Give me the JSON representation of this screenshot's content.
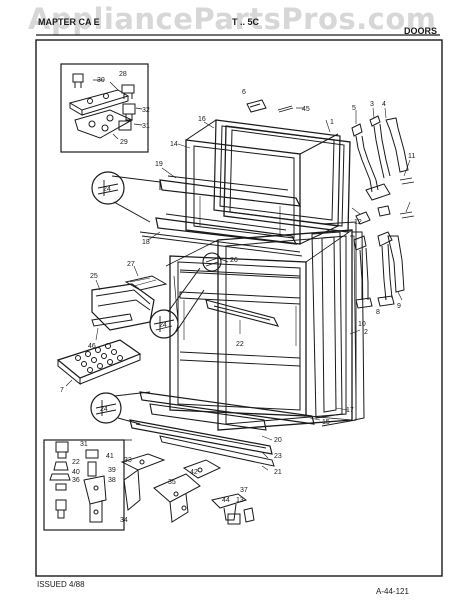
{
  "watermark": "AppliancePartsPros.com",
  "header": {
    "left": "MAPTER CA E",
    "mid": "T .. 5C",
    "right": "DOORS"
  },
  "footer": {
    "issued": "ISSUED 4/88",
    "code": "A-44-121"
  },
  "callouts": [
    "30",
    "28",
    "32",
    "31",
    "29",
    "6",
    "45",
    "16",
    "1",
    "5",
    "3",
    "4",
    "14",
    "19",
    "24",
    "11",
    "12",
    "18",
    "27",
    "26",
    "25",
    "46",
    "22",
    "7",
    "24",
    "10",
    "8",
    "9",
    "2",
    "17",
    "15",
    "20",
    "23",
    "21",
    "24",
    "31",
    "22",
    "40",
    "36",
    "41",
    "39",
    "38",
    "33",
    "42",
    "35",
    "37",
    "44",
    "13",
    "34"
  ],
  "colors": {
    "line": "#1a1a1a",
    "paper": "#ffffff",
    "watermark": "#969696"
  }
}
